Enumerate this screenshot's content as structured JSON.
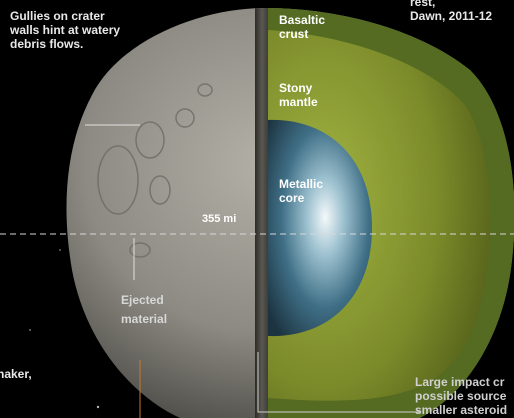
{
  "labels": {
    "gullies": "Gullies on crater\nwalls hint at watery\ndebris flows.",
    "dawn": "rest,\nDawn, 2011-12",
    "basaltic_crust": "Basaltic\ncrust",
    "stony_mantle": "Stony\nmantle",
    "metallic_core": "Metallic\ncore",
    "distance": "355 mi",
    "ejected": "Ejected\nmaterial",
    "shaker": "haker,",
    "impact": "Large impact cr\npossible source\nsmaller asteroid"
  },
  "colors": {
    "background": "#000000",
    "surface": "#8f8c84",
    "crust": "#556b22",
    "mantle": "#7e8d2c",
    "core": "#3c6a80",
    "leader_orange": "#c07a2a",
    "guide": "#d8d8d8"
  }
}
